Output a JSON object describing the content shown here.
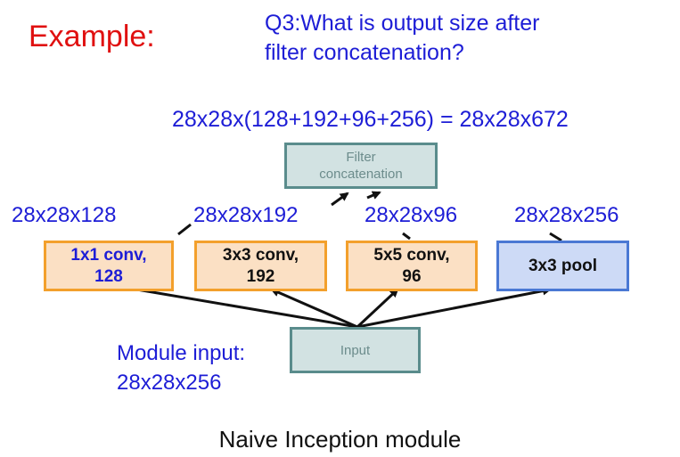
{
  "example_label": "Example:",
  "question": {
    "line1": "Q3:What is output size after",
    "line2": "filter concatenation?"
  },
  "equation": "28x28x(128+192+96+256) = 28x28x672",
  "filter_concat": {
    "line1": "Filter",
    "line2": "concatenation"
  },
  "branch_dims": [
    "28x28x128",
    "28x28x192",
    "28x28x96",
    "28x28x256"
  ],
  "branches": [
    {
      "line1": "1x1 conv,",
      "line2": "128"
    },
    {
      "line1": "3x3 conv,",
      "line2": "192"
    },
    {
      "line1": "5x5 conv,",
      "line2": "96"
    },
    {
      "line1": "3x3 pool"
    }
  ],
  "input_box": "Input",
  "module_input": {
    "line1": "Module input:",
    "line2": "28x28x256"
  },
  "caption": "Naive Inception module",
  "colors": {
    "question_text": "#1d1dd6",
    "example_text": "#e01010",
    "conv_fill": "#fbe0c4",
    "conv_border": "#f3a02c",
    "pool_fill": "#cddaf6",
    "pool_border": "#4a78d4",
    "gray_fill": "#d2e2e2",
    "gray_border": "#5a8c8c"
  }
}
